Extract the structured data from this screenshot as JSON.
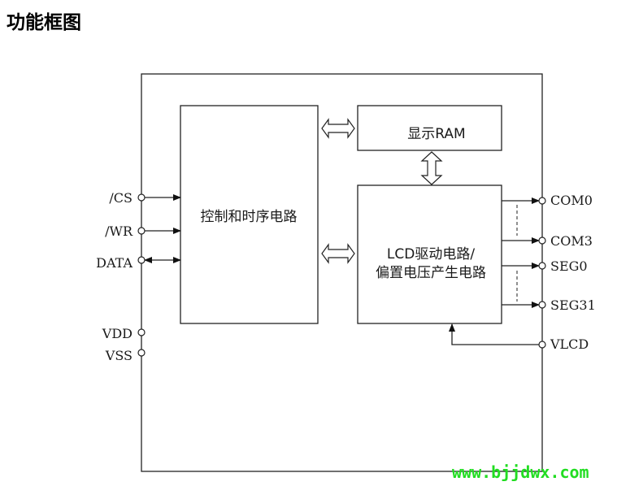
{
  "title": "功能框图",
  "blocks": {
    "control": "控制和时序电路",
    "ram": "显示RAM",
    "lcd_line1": "LCD驱动电路/",
    "lcd_line2": "偏置电压产生电路"
  },
  "left_pins": [
    "/CS",
    "/WR",
    "DATA",
    "VDD",
    "VSS"
  ],
  "right_pins": [
    "COM0",
    "COM3",
    "SEG0",
    "SEG31",
    "VLCD"
  ],
  "watermark": "www.bjjdwx.com"
}
